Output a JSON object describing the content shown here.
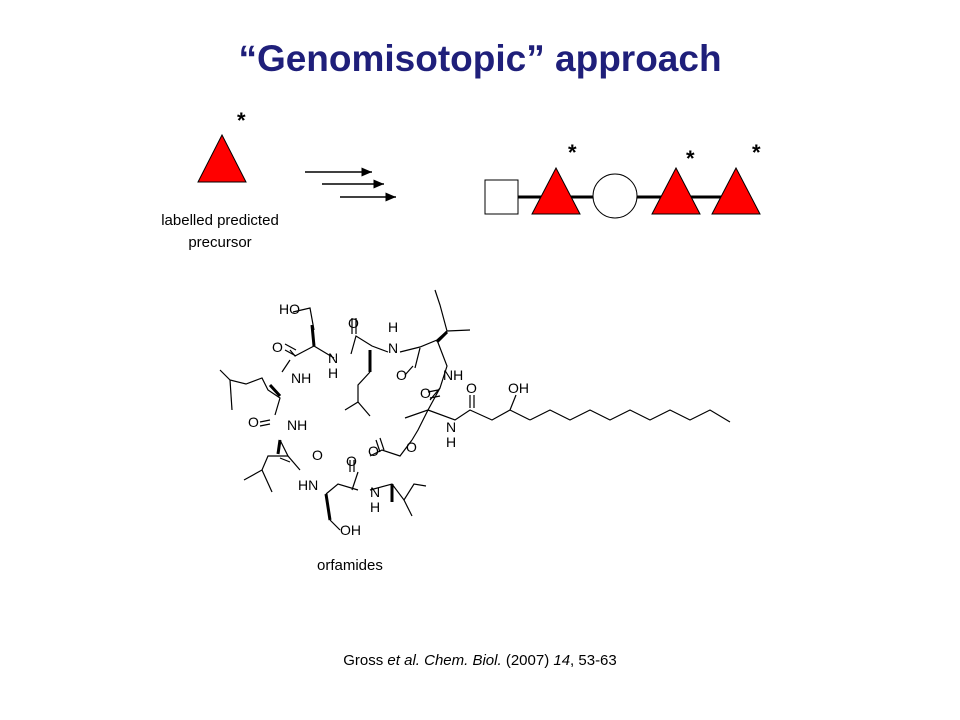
{
  "title": "“Genomisotopic” approach",
  "precursor_caption_line1": "labelled predicted",
  "precursor_caption_line2": "precursor",
  "label_star": "*",
  "molecule_name": "orfamides",
  "citation": {
    "authors": "Gross",
    "etal": "et al.",
    "journal": "Chem. Biol.",
    "year": "(2007)",
    "volume": "14",
    "pages": ", 53-63"
  },
  "atoms": {
    "HO": "HO",
    "OH": "OH",
    "O": "O",
    "NH": "NH",
    "N": "N",
    "H": "H",
    "HN": "HN"
  },
  "colors": {
    "title": "#1f1f7a",
    "triangle": "#ff0000"
  }
}
